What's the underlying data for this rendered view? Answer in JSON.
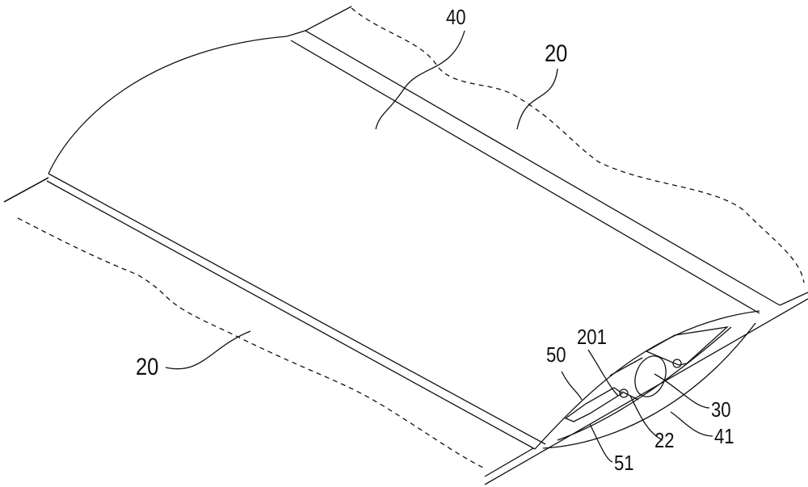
{
  "figure": {
    "labels": {
      "top_cover": "40",
      "right_panel": "20",
      "left_panel": "20",
      "bracket": "50",
      "hinge_pin": "201",
      "motor": "30",
      "lower_cover": "41",
      "hinge": "22",
      "plate": "51"
    }
  }
}
